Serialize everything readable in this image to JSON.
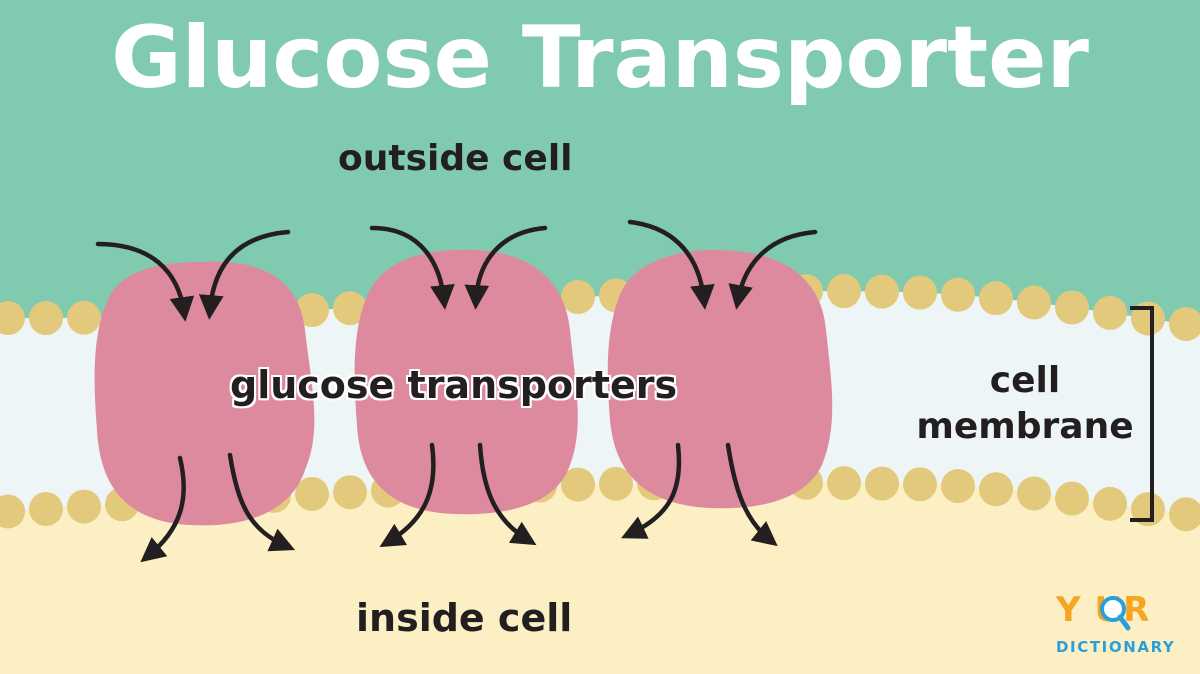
{
  "title": "Glucose Transporter",
  "labels": {
    "outside": "outside cell",
    "inside": "inside cell",
    "transporters": "glucose transporters",
    "membrane": "cell membrane"
  },
  "logo": {
    "top": "Y  UR",
    "bottom": "DICTIONARY"
  },
  "colors": {
    "outside_bg": "#80cab0",
    "inside_bg": "#fcefc4",
    "membrane_core": "#eef5f7",
    "phospholipid_head": "#e3c97b",
    "transporter": "#de8a9e",
    "arrow": "#231f20"
  },
  "chart_data": {
    "type": "diagram",
    "title": "Glucose Transporter",
    "regions": [
      "outside cell",
      "cell membrane",
      "inside cell"
    ],
    "proteins": [
      "glucose transporter",
      "glucose transporter",
      "glucose transporter"
    ],
    "arrows_in_per_protein": 2,
    "arrows_out_per_protein": 2
  }
}
